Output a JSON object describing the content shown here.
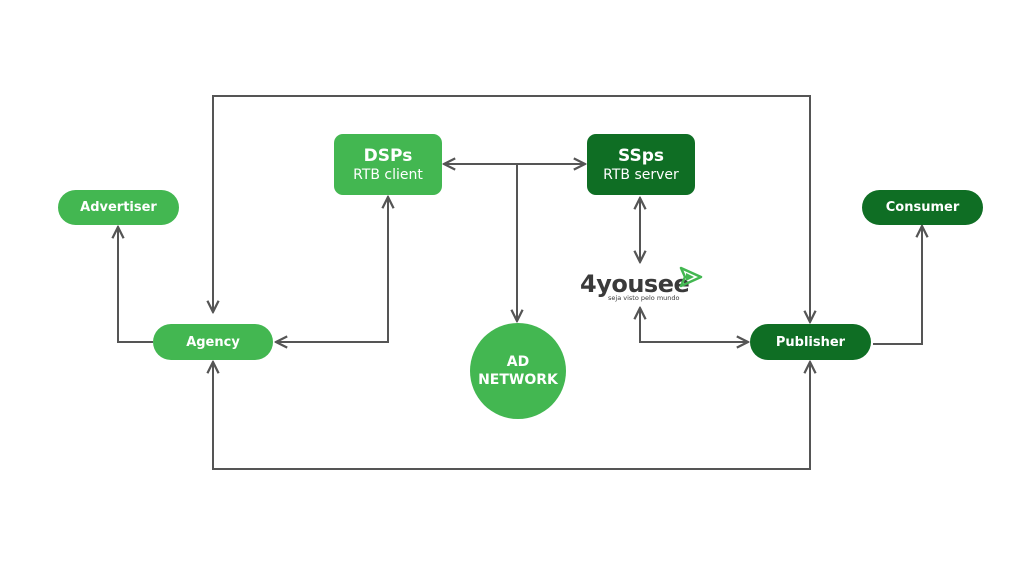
{
  "nodes": {
    "advertiser": {
      "label": "Advertiser"
    },
    "agency": {
      "label": "Agency"
    },
    "dsps": {
      "title": "DSPs",
      "subtitle": "RTB client"
    },
    "ssps": {
      "title": "SSps",
      "subtitle": "RTB server"
    },
    "ad_network": {
      "line1": "AD",
      "line2": "NETWORK"
    },
    "publisher": {
      "label": "Publisher"
    },
    "consumer": {
      "label": "Consumer"
    }
  },
  "logo": {
    "wordmark": "4yousee",
    "tagline": "seja visto pelo mundo"
  },
  "colors": {
    "light_green": "#43b751",
    "dark_green": "#0f6e24",
    "connector": "#555555"
  }
}
